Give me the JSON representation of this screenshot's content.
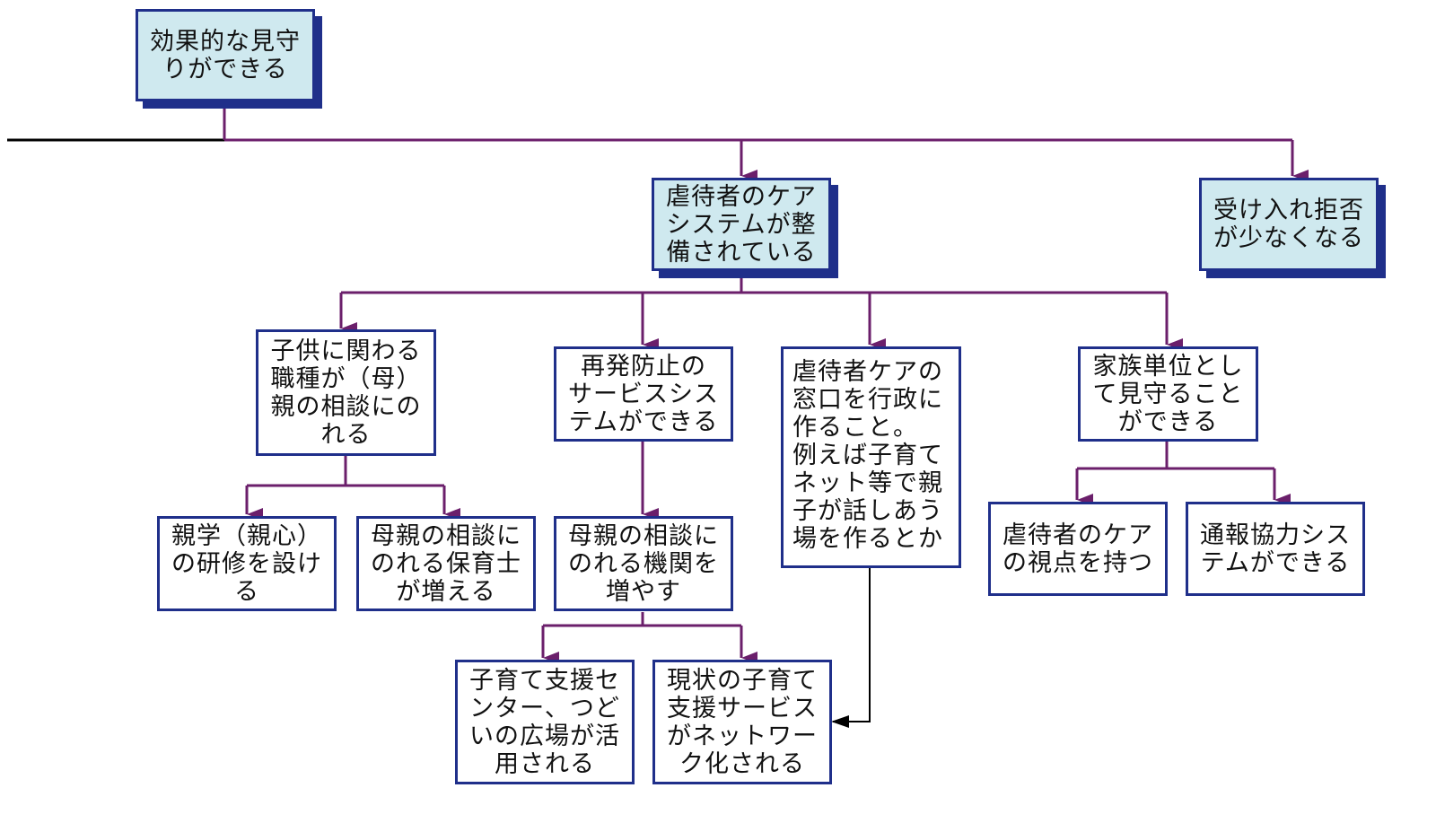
{
  "colors": {
    "connector": "#6b1f6b",
    "border": "#1f2f8a",
    "goal_fill": "#cfe9ef",
    "arrow_black": "#000000"
  },
  "nodes": {
    "root": "効果的な見守\nりができる",
    "care_system": "虐待者のケア\nシステムが整\n備されている",
    "fewer_refusals": "受け入れ拒否\nが少なくなる",
    "child_workers": "子供に関わる\n職種が（母）\n親の相談にの\nれる",
    "recurrence": "再発防止の\nサービスシス\nテムができる",
    "care_window": "虐待者ケアの\n窓口を行政に\n作ること。\n例えば子育て\nネット等で親\n子が話しあう\n場を作るとか",
    "family_unit": "家族単位とし\nて見守ること\nができる",
    "parent_training": "親学（親心）\nの研修を設け\nる",
    "nursery_staff": "母親の相談に\nのれる保育士\nが増える",
    "more_agencies": "母親の相談に\nのれる機関を\n増やす",
    "care_perspective": "虐待者のケア\nの視点を持つ",
    "report_system": "通報協力シス\nテムができる",
    "support_center": "子育て支援セ\nンター、つど\nいの広場が活\n用される",
    "network": "現状の子育て\n支援サービス\nがネットワー\nク化される"
  }
}
